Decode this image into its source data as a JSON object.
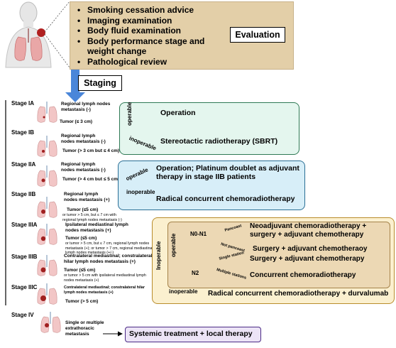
{
  "evaluation": {
    "items": [
      "Smoking cessation advice",
      "Imaging examination",
      "Body fluid examination",
      "Body performance stage and weight change",
      "Pathological review"
    ],
    "label": "Evaluation"
  },
  "staging_label": "Staging",
  "stages": {
    "ia": {
      "label": "Stage IA",
      "nodes": "Regional lymph nodes metastasis (-)",
      "tumor": "Tumor (≤ 3 cm)"
    },
    "ib": {
      "label": "Stage IB",
      "nodes": "Regional lymph nodes metastasis (-)",
      "tumor": "Tumor (> 3 cm but ≤ 4 cm)"
    },
    "iia": {
      "label": "Stage IIA",
      "nodes": "Regional lymph nodes metastasis (-)",
      "tumor": "Tumor (> 4 cm but ≤ 5 cm)"
    },
    "iib": {
      "label": "Stage IIB",
      "nodes": "Regional lymph nodes metastasis (+)",
      "tumor": "Tumor (≤5 cm)",
      "extra": "or tumor > 5 cm, but ≤ 7 cm with regional lymph nodes metastasis (-)"
    },
    "iiia": {
      "label": "Stage IIIA",
      "nodes": "Ipsilateral mediastinal lymph nodes metastasis (+)",
      "tumor": "Tumor (≤5 cm)",
      "extra": "or tumor > 5 cm, but ≤ 7 cm, regional lymph nodes metastasis (+); or tumor > 7 cm, regional mediastinal lymph nodes metastasis (+/-)"
    },
    "iiib": {
      "label": "Stage IIIB",
      "nodes": "Contralateral mediastinal; constralateral hilar lymph nodes metastasis (+)",
      "tumor": "Tumor (≤5 cm)",
      "extra": "or tumor > 5 cm with ipsilateral mediastinal lymph nodes metastasis (+)"
    },
    "iiic": {
      "label": "Stage IIIC",
      "nodes": "Contralateral mediastinal; constralateral hilar lymph nodes metastasis (+)",
      "tumor": "Tumor (> 5 cm)"
    },
    "iv": {
      "label": "Stage IV",
      "nodes": "Single or multiple extrathoracic metastasis"
    }
  },
  "group1": {
    "operable": "operable",
    "inoperable": "inoperable",
    "operation": "Operation",
    "sbrt": "Stereotactic radiotherapy (SBRT)"
  },
  "group2": {
    "operable": "operable",
    "inoperable": "inoperable",
    "operation": "Operation; Platinum doublet as adjuvant therapy  in stage IIB patients",
    "radical": "Radical concurrent chemoradiotherapy"
  },
  "group3": {
    "inoperable_outer": "Inoperable",
    "operable": "operable",
    "n0n1": "N0-N1",
    "pancoast": "Pancoast",
    "not_pancoast": "Not pancoast",
    "neoadjuvant": "Neoadjuvant chemoradiotherapy + surgery + adjuvant chemotherapy",
    "surgery_adj": "Surgery + adjuvant chemotheraoy",
    "n2": "N2",
    "single_station": "Single station",
    "multiple_stations": "Multiple stations",
    "surgery_adj2": "Surgery + adjuvant chemotherapy",
    "concurrent": "Concurrent chemoradiotherapy",
    "inoperable": "inoperable",
    "radical_durva": "Radical concurrent chemoradiotherapy + durvalumab"
  },
  "group4": {
    "systemic": "Systemic treatment + local therapy"
  },
  "colors": {
    "evaluation_bg": "#e3cfa8",
    "green_bg": "#e4f6ee",
    "blue_bg": "#d7eef8",
    "yellow_bg": "#fbf0cf",
    "inner_bg": "#ecd8b4",
    "purple_bg": "#ece4f6",
    "arrow": "#4a86d9"
  },
  "icons": [
    "human-body-lungs-icon",
    "lung-icon"
  ]
}
